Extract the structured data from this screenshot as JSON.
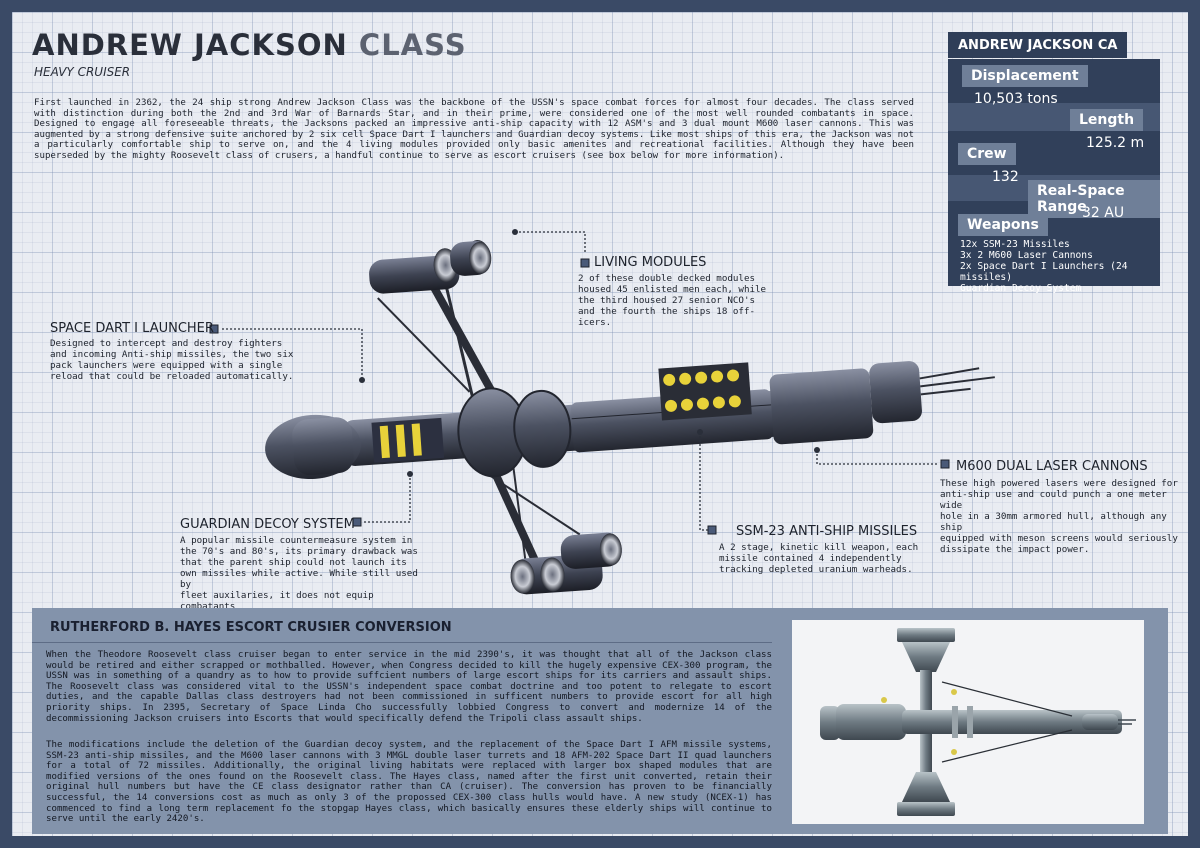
{
  "header": {
    "title_main": "ANDREW JACKSON",
    "title_suffix": "CLASS",
    "subtitle": "HEAVY CRUISER"
  },
  "intro": "First launched in 2362, the 24 ship strong Andrew Jackson Class was the backbone of the USSN's space combat forces for almost four decades. The class served with distinction during both the 2nd and 3rd War of Barnards Star, and in their prime, were considered one of the most well rounded combatants in space. Designed to engage all foreseeable threats, the Jacksons packed an impressive anti-ship capacity with 12 ASM's and 3 dual mount M600 laser cannons. This was augmented by a strong defensive suite anchored by 2 six cell Space Dart I launchers and Guardian decoy systems. Like most ships of this era, the Jackson was not a particularly comfortable ship to serve on, and the 4 living modules provided only basic amenites and recreational facilities. Although they have been superseded by the mighty Roosevelt class of crusers, a handful continue to serve as escort cruisers (see box below for more information).",
  "stats": {
    "title": "ANDREW JACKSON CA",
    "displacement_label": "Displacement",
    "displacement_value": "10,503 tons",
    "length_label": "Length",
    "length_value": "125.2 m",
    "crew_label": "Crew",
    "crew_value": "132",
    "range_label": "Real-Space Range",
    "range_value": "32 AU",
    "weapons_label": "Weapons",
    "weapons": [
      "12x SSM-23 Missiles",
      "3x 2 M600 Laser Cannons",
      "2x Space Dart I Launchers (24 missiles)",
      "Guardian Decoy System"
    ]
  },
  "callouts": {
    "living": {
      "title": "LIVING MODULES",
      "lines": [
        "2 of these double decked modules",
        "housed 45 enlisted men each, while",
        "the third housed 27 senior NCO's",
        "and the fourth the ships 18 off-",
        "icers."
      ]
    },
    "dart": {
      "title": "SPACE DART I LAUNCHER",
      "lines": [
        "Designed to intercept and destroy fighters",
        "and incoming Anti-ship missiles, the two six",
        "pack launchers were equipped with a single",
        "reload that could be reloaded automatically."
      ]
    },
    "laser": {
      "title": "M600 DUAL LASER CANNONS",
      "lines": [
        "These high powered lasers were designed for",
        "anti-ship use and could punch a one meter wide",
        "hole in a 30mm armored hull, although any ship",
        "equipped with meson screens would seriously",
        "dissipate the impact power."
      ]
    },
    "decoy": {
      "title": "GUARDIAN DECOY SYSTEM",
      "lines": [
        "A popular missile countermeasure system in",
        "the 70's and 80's, its primary drawback was",
        "that the parent ship could not launch its",
        "own missiles while active. While still used by",
        "fleet auxilaries, it does not equip combatants"
      ]
    },
    "ssm": {
      "title": "SSM-23 ANTI-SHIP MISSILES",
      "lines": [
        "A 2 stage, kinetic kill weapon, each",
        "missile contained 4 independently",
        "tracking depleted uranium warheads."
      ]
    }
  },
  "box": {
    "title": "RUTHERFORD B. HAYES ESCORT CRUSIER CONVERSION",
    "para1": "When the Theodore Roosevelt class cruiser began to enter service in the mid 2390's, it was thought that all of the Jackson class would be retired and either scrapped or mothballed. However, when Congress decided to kill the hugely expensive CEX-300 program, the USSN was in something of a quandry as to how to provide suffcient numbers of large escort ships for its carriers and assault ships. The Roosevelt class was considered vital to the USSN's independent space combat doctrine and too potent to relegate to escort duties, and the capable Dallas class destroyers had not been commissioned in sufficent numbers to provide escort for all high priority ships. In 2395, Secretary of Space Linda Cho successfully lobbied Congress to convert and modernize 14 of the decommissioning Jackson cruisers into Escorts that would specifically defend the Tripoli class assault ships.",
    "para2": "The modifications include the deletion of the Guardian decoy system, and the replacement of the Space Dart I AFM missile systems, SSM-23 anti-ship missiles, and the M600 laser cannons with 3 MMGL double laser turrets and 18 AFM-202 Space Dart II quad launchers for a total of 72 missiles. Additionally, the original living habitats were replaced with larger box shaped modules that are modified versions of the ones found on the Roosevelt class. The Hayes class, named after the first unit converted, retain their original hull numbers but have the CE class designator rather than CA (cruiser). The conversion has proven to be financially successful, the 14 conversions cost as much as only 3 of the propossed CEX-300 class hulls would have. A new study (NCEX-1) has commenced to find a long term replacement fo the stopgap Hayes class, which basically ensures these elderly ships will continue to serve until the early 2420's."
  },
  "colors": {
    "frame": "#3a4a66",
    "paper": "#e9ecf2",
    "stats_bg": "#31405a",
    "stats_chip": "#6f7f98",
    "box_bg": "#8393ab",
    "hull": "#4a4f5e",
    "accent_yellow": "#e8d23a"
  }
}
